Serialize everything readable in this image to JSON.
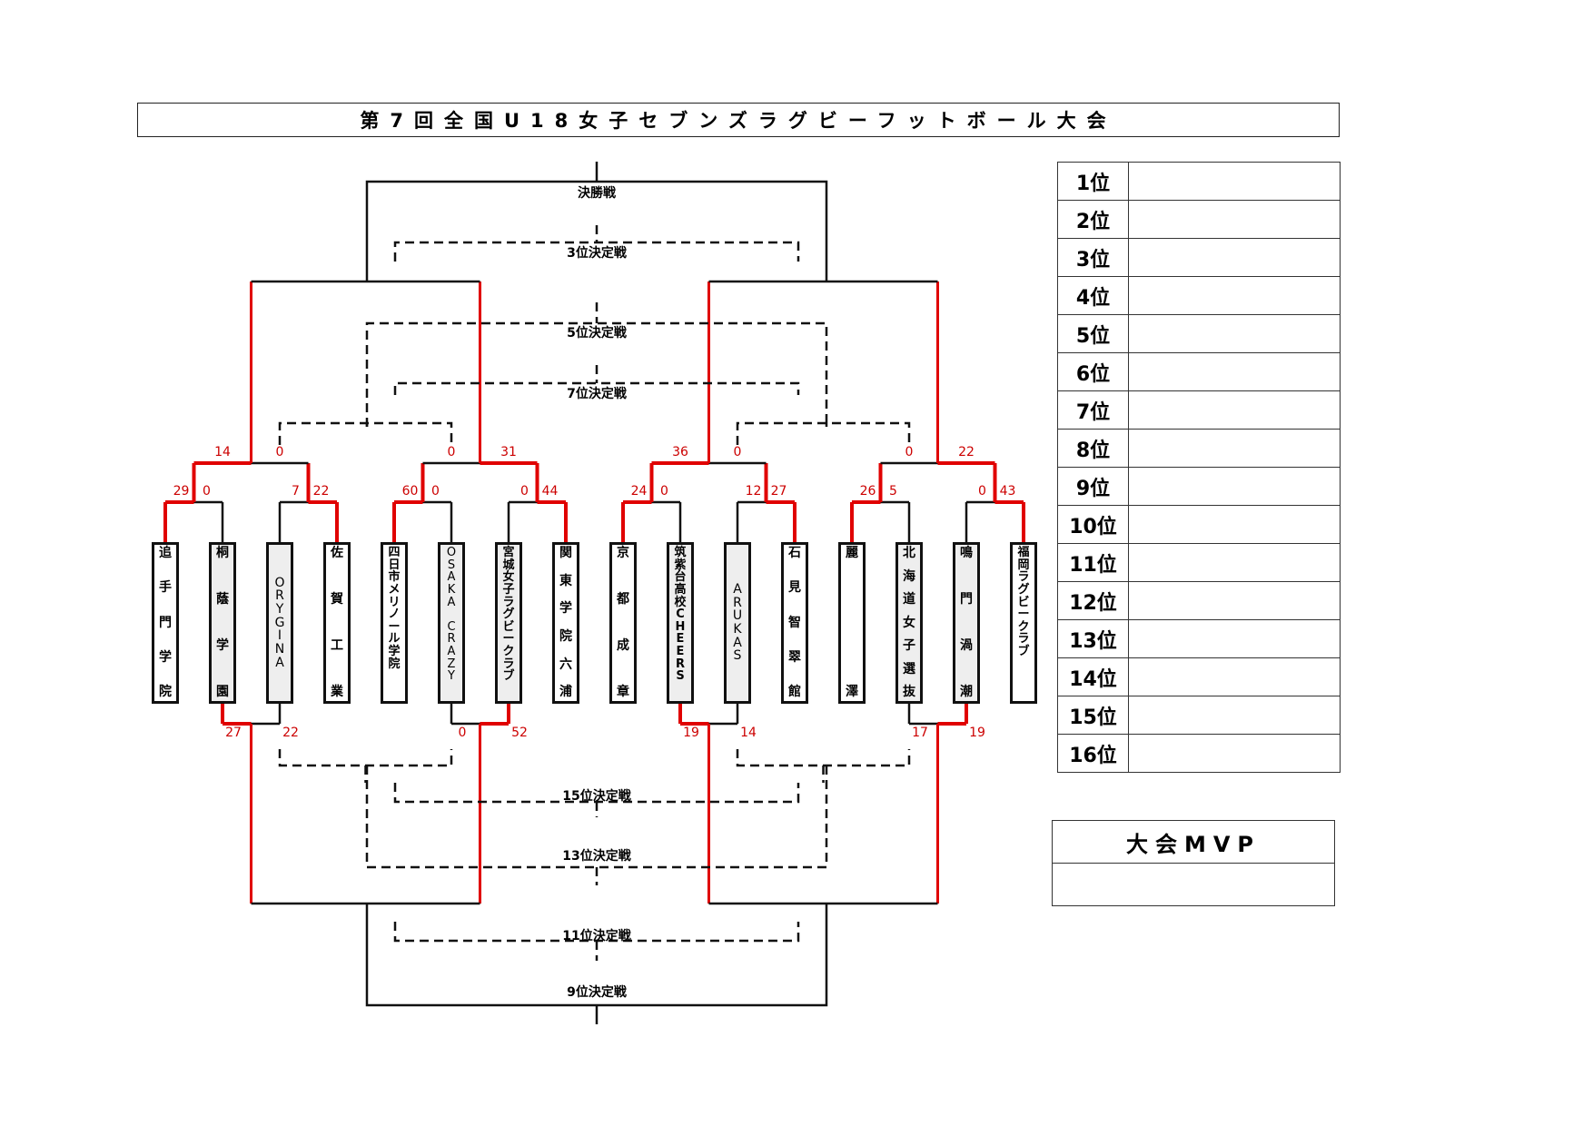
{
  "title": "第7回全国U18女子セブンズラグビーフットボール大会",
  "labels": {
    "final": "決勝戦",
    "third": "3位決定戦",
    "fifth": "5位決定戦",
    "seventh": "7位決定戦",
    "fifteenth": "15位決定戦",
    "thirteenth": "13位決定戦",
    "eleventh": "11位決定戦",
    "ninth": "9位決定戦"
  },
  "teams": [
    {
      "name": "追手門学院",
      "chars": [
        "追",
        "手",
        "門",
        "学",
        "院"
      ],
      "shade": "white",
      "style": "spread"
    },
    {
      "name": "桐蔭学園",
      "chars": [
        "桐",
        "蔭",
        "学",
        "園"
      ],
      "shade": "gray",
      "style": "spread"
    },
    {
      "name": "ORYGINA",
      "chars": [
        "O",
        "R",
        "Y",
        "G",
        "I",
        "N",
        "A"
      ],
      "shade": "gray",
      "style": "mid"
    },
    {
      "name": "佐賀工業",
      "chars": [
        "佐",
        "賀",
        "工",
        "業"
      ],
      "shade": "white",
      "style": "spread"
    },
    {
      "name": "四日市メリノール学院",
      "chars": [
        "四",
        "日",
        "市",
        "メ",
        "リ",
        "ノ",
        "ー",
        "ル",
        "学",
        "院"
      ],
      "shade": "white",
      "style": "top"
    },
    {
      "name": "OSAKA CRAZY",
      "chars": [
        "O",
        "S",
        "A",
        "K",
        "A",
        " ",
        "C",
        "R",
        "A",
        "Z",
        "Y"
      ],
      "shade": "gray",
      "style": "top"
    },
    {
      "name": "宮城女子ラグビークラブ",
      "chars": [
        "宮",
        "城",
        "女",
        "子",
        "ラ",
        "グ",
        "ビ",
        "ー",
        "ク",
        "ラ",
        "ブ"
      ],
      "shade": "gray",
      "style": "top"
    },
    {
      "name": "関東学院六浦",
      "chars": [
        "関",
        "東",
        "学",
        "院",
        "六",
        "浦"
      ],
      "shade": "white",
      "style": "spread"
    },
    {
      "name": "京都成章",
      "chars": [
        "京",
        "都",
        "成",
        "章"
      ],
      "shade": "white",
      "style": "spread"
    },
    {
      "name": "筑紫台高校CHEERS",
      "chars": [
        "筑",
        "紫",
        "台",
        "高",
        "校",
        "C",
        "H",
        "E",
        "E",
        "R",
        "S"
      ],
      "shade": "gray",
      "style": "top"
    },
    {
      "name": "ARUKAS",
      "chars": [
        "A",
        "R",
        "U",
        "K",
        "A",
        "S"
      ],
      "shade": "gray",
      "style": "mid"
    },
    {
      "name": "石見智翠館",
      "chars": [
        "石",
        "見",
        "智",
        "翠",
        "館"
      ],
      "shade": "white",
      "style": "spread"
    },
    {
      "name": "麗澤",
      "chars": [
        "麗",
        "澤"
      ],
      "shade": "white",
      "style": "spread"
    },
    {
      "name": "北海道女子選抜",
      "chars": [
        "北",
        "海",
        "道",
        "女",
        "子",
        "選",
        "抜"
      ],
      "shade": "gray",
      "style": "spread"
    },
    {
      "name": "鳴門渦潮",
      "chars": [
        "鳴",
        "門",
        "渦",
        "潮"
      ],
      "shade": "gray",
      "style": "spread"
    },
    {
      "name": "福岡ラグビークラブ",
      "chars": [
        "福",
        "岡",
        "ラ",
        "グ",
        "ビ",
        "ー",
        "ク",
        "ラ",
        "ブ"
      ],
      "shade": "white",
      "style": "top"
    }
  ],
  "round1": [
    {
      "score_a": "29",
      "score_b": "0",
      "winner": "a"
    },
    {
      "score_a": "7",
      "score_b": "22",
      "winner": "b"
    },
    {
      "score_a": "60",
      "score_b": "0",
      "winner": "a"
    },
    {
      "score_a": "0",
      "score_b": "44",
      "winner": "b"
    },
    {
      "score_a": "24",
      "score_b": "0",
      "winner": "a"
    },
    {
      "score_a": "12",
      "score_b": "27",
      "winner": "b"
    },
    {
      "score_a": "26",
      "score_b": "5",
      "winner": "a"
    },
    {
      "score_a": "0",
      "score_b": "43",
      "winner": "b"
    }
  ],
  "quarterfinals": [
    {
      "score_a": "14",
      "score_b": "0",
      "winner": "a"
    },
    {
      "score_a": "0",
      "score_b": "31",
      "winner": "b"
    },
    {
      "score_a": "36",
      "score_b": "0",
      "winner": "a"
    },
    {
      "score_a": "0",
      "score_b": "22",
      "winner": "b"
    }
  ],
  "lower_round": [
    {
      "score_a": "27",
      "score_b": "22",
      "winner": "a"
    },
    {
      "score_a": "0",
      "score_b": "52",
      "winner": "b"
    },
    {
      "score_a": "19",
      "score_b": "14",
      "winner": "a"
    },
    {
      "score_a": "17",
      "score_b": "19",
      "winner": "b"
    }
  ],
  "colors": {
    "winner_line": "#e00000",
    "score": "#cc0000",
    "line": "#111111",
    "gray_box": "#eeeeee"
  },
  "rankings": [
    {
      "rank": "1位",
      "team": ""
    },
    {
      "rank": "2位",
      "team": ""
    },
    {
      "rank": "3位",
      "team": ""
    },
    {
      "rank": "4位",
      "team": ""
    },
    {
      "rank": "5位",
      "team": ""
    },
    {
      "rank": "6位",
      "team": ""
    },
    {
      "rank": "7位",
      "team": ""
    },
    {
      "rank": "8位",
      "team": ""
    },
    {
      "rank": "9位",
      "team": ""
    },
    {
      "rank": "10位",
      "team": ""
    },
    {
      "rank": "11位",
      "team": ""
    },
    {
      "rank": "12位",
      "team": ""
    },
    {
      "rank": "13位",
      "team": ""
    },
    {
      "rank": "14位",
      "team": ""
    },
    {
      "rank": "15位",
      "team": ""
    },
    {
      "rank": "16位",
      "team": ""
    }
  ],
  "mvp": {
    "title": "大会MVP",
    "value": ""
  }
}
